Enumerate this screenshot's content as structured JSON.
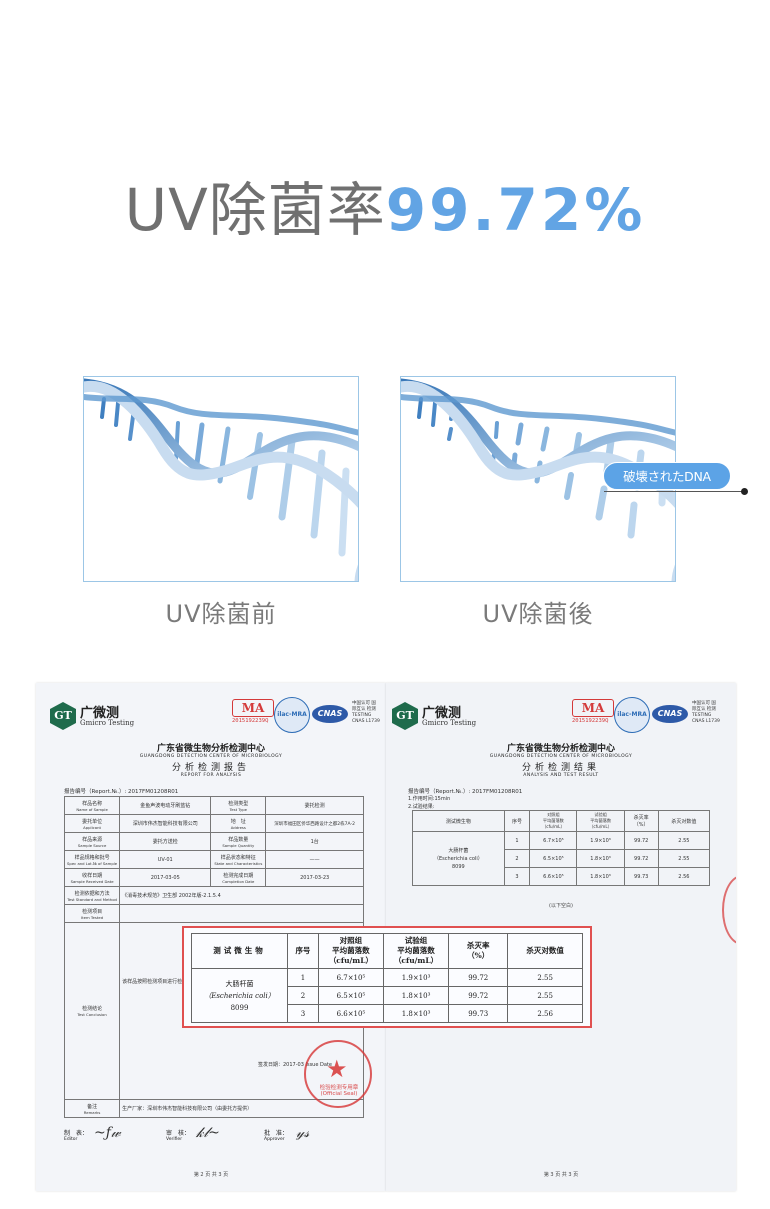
{
  "headline": {
    "prefix": "UV除菌率",
    "rate": "99.72%"
  },
  "comparison": {
    "before_label": "UV除菌前",
    "after_label": "UV除菌後",
    "badge": "破壊されたDNA"
  },
  "colors": {
    "accent_blue": "#62a4e4",
    "headline_gray": "#707070",
    "highlight_red": "#e05050",
    "seal_red": "#d43a3a"
  },
  "report_left": {
    "logo_cn": "广微测",
    "logo_en": "Gmicro Testing",
    "ma_label": "MA",
    "ma_number": "2015192239Q",
    "ilac_label": "ilac-MRA",
    "cnas_label": "CNAS",
    "cnas_caption": "中国认可 国际互认 检测 TESTING CNAS L1739",
    "title_cn": "广东省微生物分析检测中心",
    "title_en": "GUANGDONG DETECTION CENTER OF MICROBIOLOGY",
    "subtitle_cn": "分析检测报告",
    "subtitle_en": "REPORT FOR ANALYSIS",
    "report_no": "报告编号（Report.№.）: 2017FM01208R01",
    "rows": [
      {
        "l1": "样品名称",
        "l1e": "Name of Sample",
        "v1": "金鱼声波电动牙刷蓝钻",
        "l2": "检测类型",
        "l2e": "Test Type",
        "v2": "委托检测"
      },
      {
        "l1": "委托单位",
        "l1e": "Applicant",
        "v1": "深圳市伟杰智能科技有限公司",
        "l2": "地　址",
        "l2e": "Address",
        "v2": "深圳市福田区侨华西路设计之都2栋7A-2"
      },
      {
        "l1": "样品来源",
        "l1e": "Sample Source",
        "v1": "委托方送检",
        "l2": "样品数量",
        "l2e": "Sample Quantity",
        "v2": "1台"
      },
      {
        "l1": "样品规格和批号",
        "l1e": "Spec and Lot.№ of Sample",
        "v1": "UV-01",
        "l2": "样品状态和特征",
        "l2e": "State and Characteristics",
        "v2": "——"
      },
      {
        "l1": "收样日期",
        "l1e": "Sample Received Date",
        "v1": "2017-03-05",
        "l2": "检测完成日期",
        "l2e": "Completion Date",
        "v2": "2017-03-23"
      }
    ],
    "standard_label": "检测依据和方法",
    "standard_label_en": "Test Standard and Method",
    "standard_value": "《消毒技术规范》卫生部 2002年版-2.1.5.4",
    "item_label": "检测项目",
    "item_label_en": "Item Tested",
    "conclusion_label": "检测结论",
    "conclusion_label_en": "Test Conclusion",
    "conclusion_value": "该样品按照检测项目进行检测",
    "issue_date": "签发日期：2017-03",
    "issue_date_en": "Issue Date",
    "seal_text": "检验检测专用章",
    "seal_text_en": "(Official Seal)",
    "remarks_label": "备注",
    "remarks_label_en": "Remarks",
    "remarks_value": "生产厂家：深圳市伟杰智能科技有限公司（由委托方提供）",
    "editor_label": "制　表：",
    "editor_en": "Editor",
    "verifier_label": "审　核：",
    "verifier_en": "Verifier",
    "approver_label": "批　准：",
    "approver_en": "Approver",
    "page": "第 2 页 共 3 页"
  },
  "report_right": {
    "logo_cn": "广微测",
    "logo_en": "Gmicro Testing",
    "ma_label": "MA",
    "ma_number": "2015192239Q",
    "ilac_label": "ilac-MRA",
    "cnas_label": "CNAS",
    "cnas_caption": "中国认可 国际互认 检测 TESTING CNAS L1739",
    "title_cn": "广东省微生物分析检测中心",
    "title_en": "GUANGDONG DETECTION CENTER OF MICROBIOLOGY",
    "subtitle_cn": "分析检测结果",
    "subtitle_en": "ANALYSIS AND TEST RESULT",
    "report_no": "报告编号（Report.№.）: 2017FM01208R01",
    "sub1": "1.作用时间:15min",
    "sub2": "2.试验结果:",
    "below_blank": "(以下空白)",
    "page": "第 3 页 共 3 页"
  },
  "results_table": {
    "headers": [
      "测试微生物",
      "序号",
      "对照组\n平均菌落数\n（cfu/mL）",
      "试验组\n平均菌落数\n（cfu/mL）",
      "杀灭率\n（%）",
      "杀灭对数值"
    ],
    "organism_cn": "大肠杆菌",
    "organism_latin": "（Escherichia coli）",
    "organism_code": "8099",
    "rows": [
      {
        "no": "1",
        "control": "6.7×10⁵",
        "test": "1.9×10³",
        "rate": "99.72",
        "log": "2.55"
      },
      {
        "no": "2",
        "control": "6.5×10⁵",
        "test": "1.8×10³",
        "rate": "99.72",
        "log": "2.55"
      },
      {
        "no": "3",
        "control": "6.6×10⁵",
        "test": "1.8×10³",
        "rate": "99.73",
        "log": "2.56"
      }
    ]
  }
}
